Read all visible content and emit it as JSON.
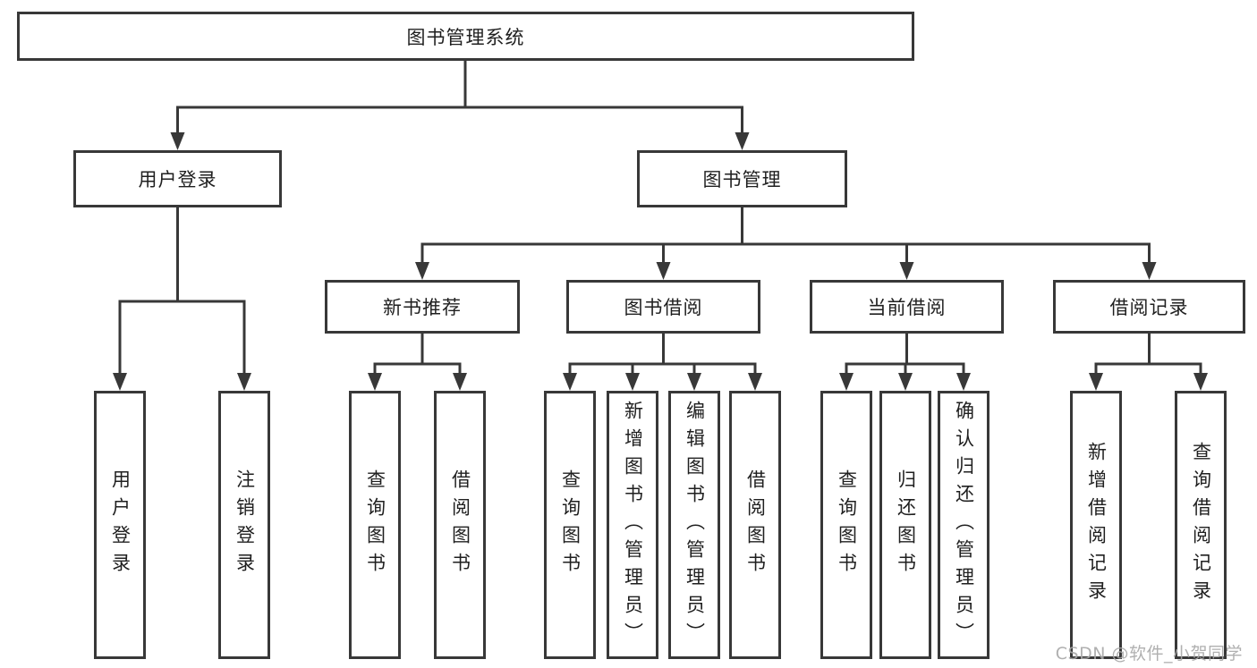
{
  "watermark": "CSDN @软件_小贺同学",
  "colors": {
    "line": "#383838",
    "text": "#1f1f1f",
    "watermark": "#a8a8a8",
    "background": "#ffffff"
  },
  "nodes": {
    "root": "图书管理系统",
    "user_login": "用户登录",
    "book_mgmt": "图书管理",
    "new_book_rec": "新书推荐",
    "book_borrow": "图书借阅",
    "current_borrow": "当前借阅",
    "borrow_record": "借阅记录",
    "user_login_children": [
      "用户登录",
      "注销登录"
    ],
    "new_book_rec_children": [
      "查询图书",
      "借阅图书"
    ],
    "book_borrow_children": [
      "查询图书",
      "新增图书（管理员）",
      "编辑图书（管理员）",
      "借阅图书"
    ],
    "current_borrow_children": [
      "查询图书",
      "归还图书",
      "确认归还（管理员）"
    ],
    "borrow_record_children": [
      "新增借阅记录",
      "查询借阅记录"
    ]
  }
}
